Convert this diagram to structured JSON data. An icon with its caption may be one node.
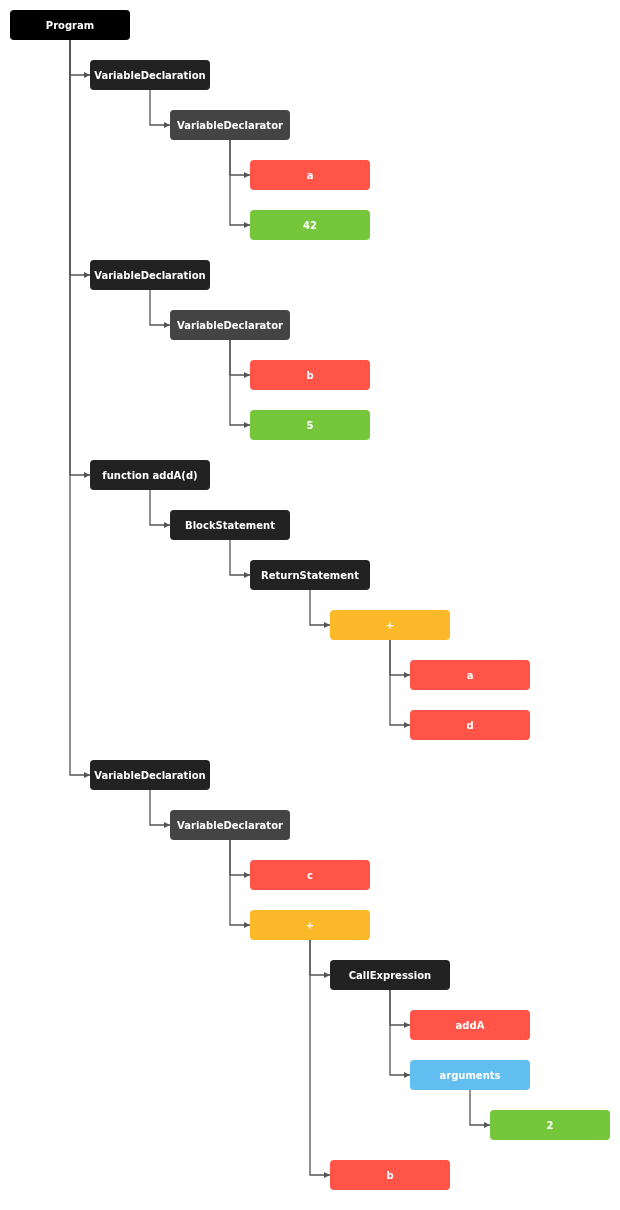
{
  "diagram": {
    "nodes": [
      {
        "text": [
          "Program"
        ]
      },
      {
        "text": [
          "VariableDeclaration"
        ]
      },
      {
        "text": [
          "VariableDeclarator"
        ]
      },
      {
        "text": [
          "a"
        ]
      },
      {
        "text": [
          "42"
        ]
      },
      {
        "text": [
          "VariableDeclaration"
        ]
      },
      {
        "text": [
          "VariableDeclarator"
        ]
      },
      {
        "text": [
          "b"
        ]
      },
      {
        "text": [
          "5"
        ]
      },
      {
        "text": [
          "function addA(d)"
        ]
      },
      {
        "text": [
          "BlockStatement"
        ]
      },
      {
        "text": [
          "ReturnStatement"
        ]
      },
      {
        "text": [
          "+"
        ]
      },
      {
        "text": [
          "a"
        ]
      },
      {
        "text": [
          "d"
        ]
      },
      {
        "text": [
          "VariableDeclaration"
        ]
      },
      {
        "text": [
          "VariableDeclarator"
        ]
      },
      {
        "text": [
          "c"
        ]
      },
      {
        "text": [
          "+"
        ]
      },
      {
        "text": [
          "CallExpression"
        ]
      },
      {
        "text": [
          "addA"
        ]
      },
      {
        "text": [
          "arguments"
        ]
      },
      {
        "text": [
          "2"
        ]
      },
      {
        "text": [
          "b"
        ]
      }
    ],
    "edges": [
      {
        "from": 0,
        "to": 1,
        "arrow": "to"
      },
      {
        "from": 1,
        "to": 2,
        "arrow": "to"
      },
      {
        "from": 2,
        "to": 3,
        "arrow": "to"
      },
      {
        "from": 2,
        "to": 4,
        "arrow": "to"
      },
      {
        "from": 0,
        "to": 5,
        "arrow": "to"
      },
      {
        "from": 5,
        "to": 6,
        "arrow": "to"
      },
      {
        "from": 6,
        "to": 7,
        "arrow": "to"
      },
      {
        "from": 6,
        "to": 8,
        "arrow": "to"
      },
      {
        "from": 0,
        "to": 9,
        "arrow": "to"
      },
      {
        "from": 9,
        "to": 10,
        "arrow": "to"
      },
      {
        "from": 10,
        "to": 11,
        "arrow": "to"
      },
      {
        "from": 11,
        "to": 12,
        "arrow": "to"
      },
      {
        "from": 12,
        "to": 13,
        "arrow": "to"
      },
      {
        "from": 12,
        "to": 14,
        "arrow": "to"
      },
      {
        "from": 0,
        "to": 15,
        "arrow": "to"
      },
      {
        "from": 15,
        "to": 16,
        "arrow": "to"
      },
      {
        "from": 16,
        "to": 17,
        "arrow": "to"
      },
      {
        "from": 16,
        "to": 18,
        "arrow": "to"
      },
      {
        "from": 18,
        "to": 19,
        "arrow": "to"
      },
      {
        "from": 19,
        "to": 20,
        "arrow": "to"
      },
      {
        "from": 19,
        "to": 21,
        "arrow": "to"
      },
      {
        "from": 21,
        "to": 22,
        "arrow": "to"
      },
      {
        "from": 18,
        "to": 23,
        "arrow": "to"
      }
    ]
  }
}
